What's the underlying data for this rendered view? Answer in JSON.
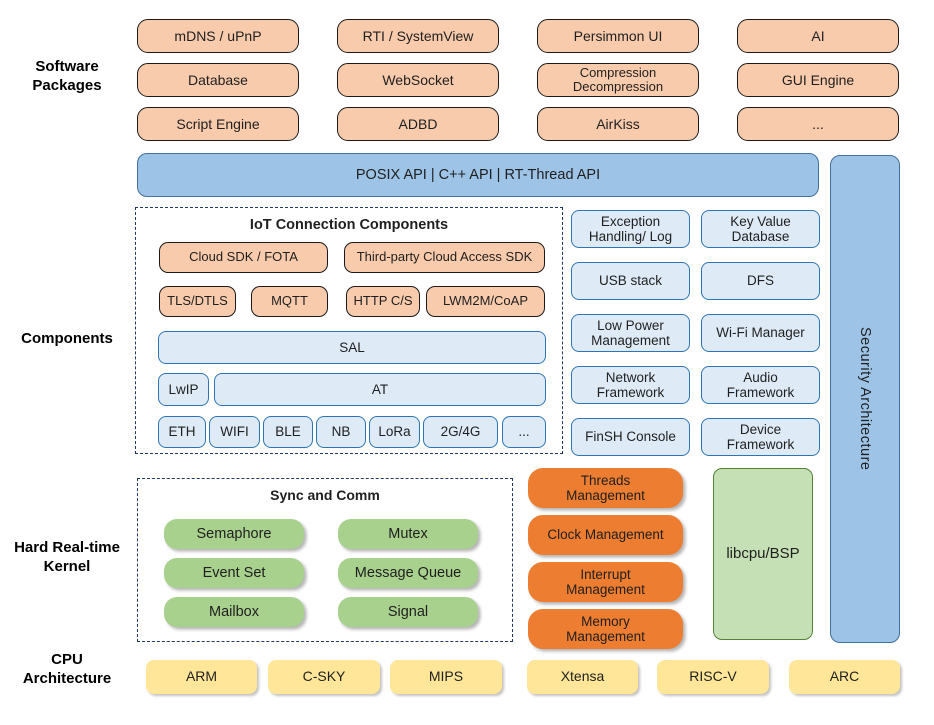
{
  "side_labels": {
    "software_packages": "Software\nPackages",
    "components": "Components",
    "kernel": "Hard Real-time\nKernel",
    "cpu": "CPU\nArchitecture"
  },
  "software_packages": {
    "items": [
      "mDNS / uPnP",
      "RTI / SystemView",
      "Persimmon UI",
      "AI",
      "Database",
      "WebSocket",
      "Compression\nDecompression",
      "GUI Engine",
      "Script Engine",
      "ADBD",
      "AirKiss",
      "..."
    ]
  },
  "api_bar": {
    "label": "POSIX API  |  C++ API  |  RT-Thread API"
  },
  "security_bar": {
    "label": "Security Architecture"
  },
  "iot": {
    "title": "IoT Connection Components",
    "cloud_sdk": "Cloud SDK / FOTA",
    "third_party": "Third-party Cloud Access SDK",
    "protocols": [
      "TLS/DTLS",
      "MQTT",
      "HTTP C/S",
      "LWM2M/CoAP"
    ],
    "sal": "SAL",
    "lwip": "LwIP",
    "at": "AT",
    "links": [
      "ETH",
      "WIFI",
      "BLE",
      "NB",
      "LoRa",
      "2G/4G",
      "..."
    ]
  },
  "component_boxes": [
    "Exception\nHandling/ Log",
    "Key Value\nDatabase",
    "USB stack",
    "DFS",
    "Low Power\nManagement",
    "Wi-Fi Manager",
    "Network\nFramework",
    "Audio\nFramework",
    "FinSH Console",
    "Device\nFramework"
  ],
  "kernel": {
    "sync_title": "Sync and Comm",
    "sync_items": [
      "Semaphore",
      "Mutex",
      "Event Set",
      "Message Queue",
      "Mailbox",
      "Signal"
    ],
    "managers": [
      "Threads\nManagement",
      "Clock Management",
      "Interrupt\nManagement",
      "Memory\nManagement"
    ],
    "libcpu": "libcpu/BSP"
  },
  "cpu_row": [
    "ARM",
    "C-SKY",
    "MIPS",
    "Xtensa",
    "RISC-V",
    "ARC"
  ],
  "colors": {
    "light_orange": "#F8CBAD",
    "api_blue": "#9DC3E6",
    "light_blue": "#DEEBF7",
    "blue_border": "#2E75B6",
    "green": "#A9D18E",
    "dark_orange": "#ED7D31",
    "light_green": "#C5E0B4",
    "yellow": "#FFE699",
    "dashed_border": "#1F3864"
  }
}
